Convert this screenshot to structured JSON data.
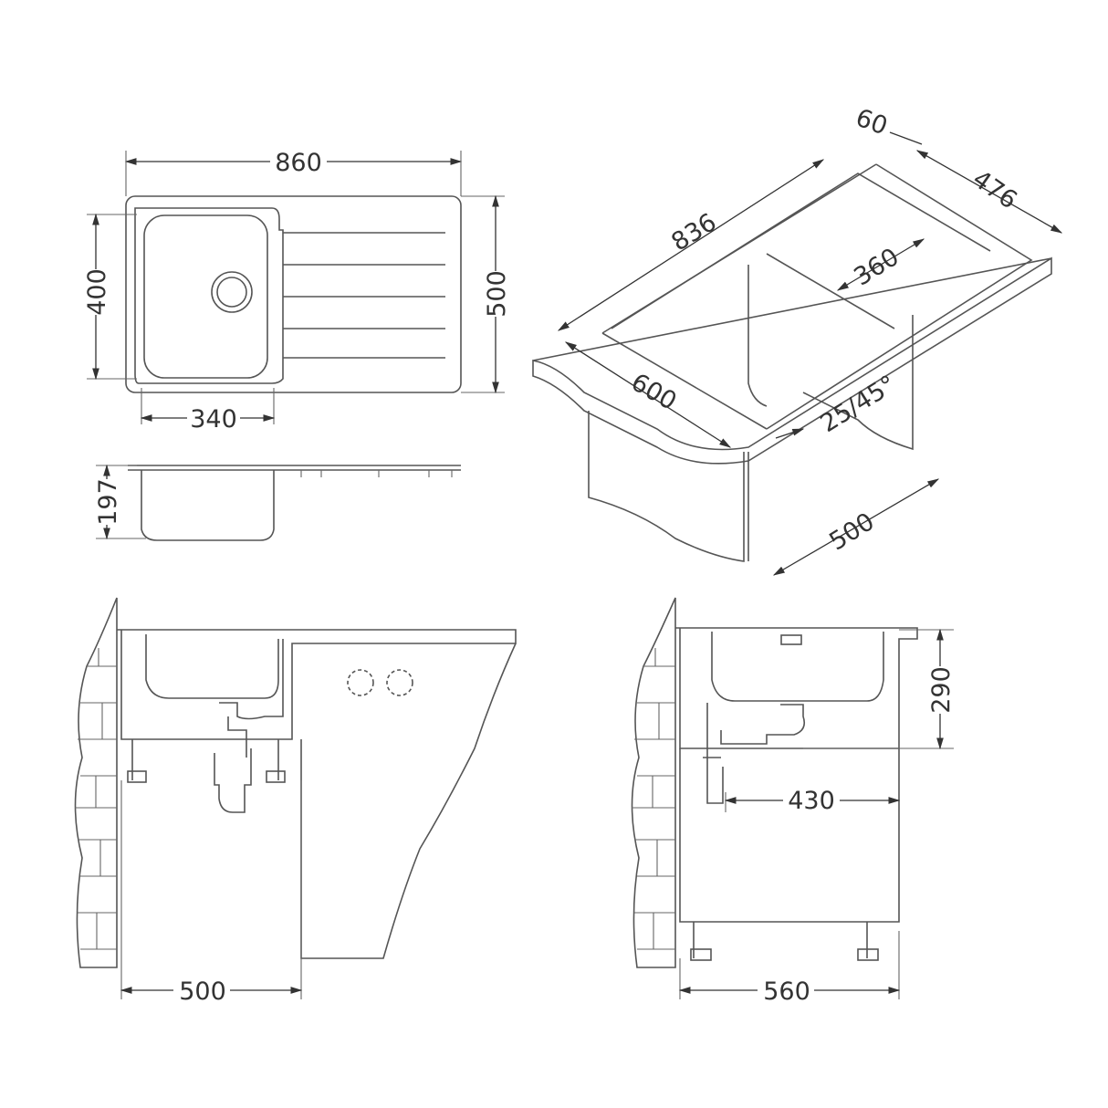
{
  "top_view": {
    "width": "860",
    "bowl_height": "400",
    "depth": "500",
    "bowl_width": "340"
  },
  "side_view": {
    "height": "197"
  },
  "iso_view": {
    "overall_length": "836",
    "back_margin": "60",
    "inner_depth": "476",
    "drainer_width": "360",
    "counter_depth": "600",
    "edge_radius": "25/45°",
    "cabinet_width": "500"
  },
  "front_cabinet": {
    "cabinet_width": "500"
  },
  "side_cabinet": {
    "cabinet_depth": "560",
    "bowl_depth": "290",
    "drain_offset": "430"
  },
  "colors": {
    "line": "#555555",
    "text": "#333333",
    "background": "#ffffff"
  }
}
